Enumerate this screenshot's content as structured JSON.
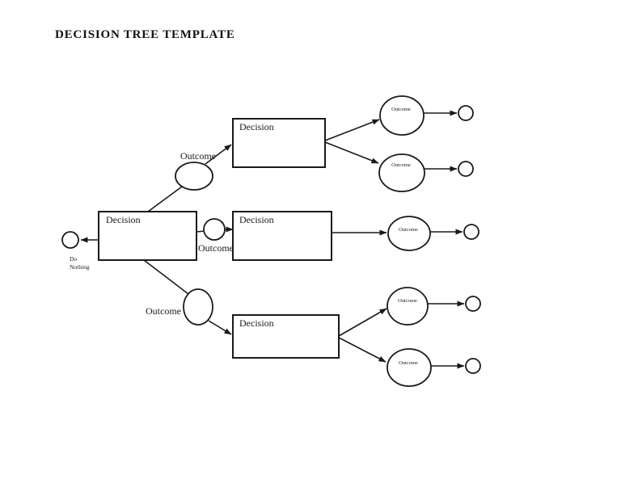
{
  "page": {
    "title": "DECISION TREE TEMPLATE"
  },
  "diagram": {
    "decision_nodes": [
      {
        "id": "root",
        "label": "Decision"
      },
      {
        "id": "top",
        "label": "Decision"
      },
      {
        "id": "middle",
        "label": "Decision"
      },
      {
        "id": "bottom",
        "label": "Decision"
      }
    ],
    "chance_labels": [
      {
        "id": "chance-top",
        "label": "Outcome"
      },
      {
        "id": "chance-middle",
        "label": "Outcome"
      },
      {
        "id": "chance-bottom",
        "label": "Outcome"
      }
    ],
    "outcome_nodes": [
      {
        "id": "outcome-top-upper",
        "label": "Outcome"
      },
      {
        "id": "outcome-top-lower",
        "label": "Outcome"
      },
      {
        "id": "outcome-middle",
        "label": "Outcome"
      },
      {
        "id": "outcome-bottom-upper",
        "label": "Outcome"
      },
      {
        "id": "outcome-bottom-lower",
        "label": "Outcome"
      }
    ],
    "do_nothing": {
      "line1": "Do",
      "line2": "Nothing"
    },
    "colors": {
      "line": "#1a1a1a",
      "background": "#ffffff"
    }
  }
}
